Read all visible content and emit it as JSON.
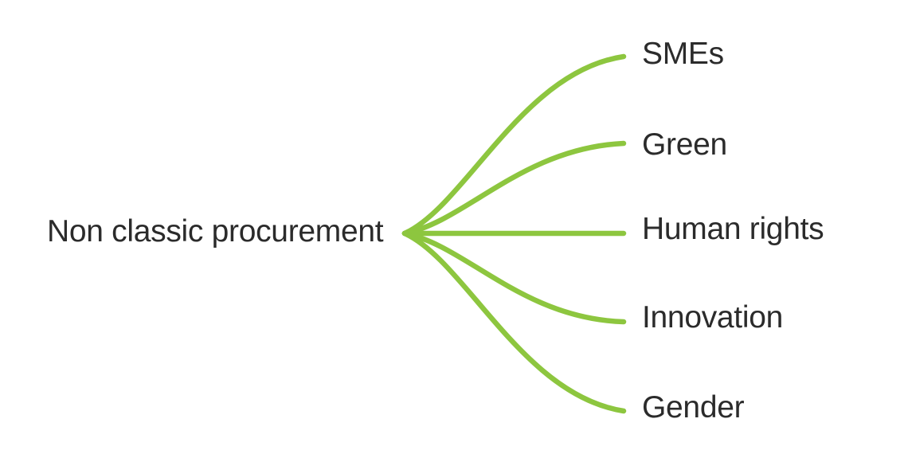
{
  "diagram": {
    "type": "mind-map",
    "root": {
      "label": "Non classic procurement"
    },
    "branches": [
      {
        "label": "SMEs"
      },
      {
        "label": "Green"
      },
      {
        "label": "Human rights"
      },
      {
        "label": "Innovation"
      },
      {
        "label": "Gender"
      }
    ],
    "colors": {
      "branch_line": "#8dc63f",
      "text": "#2b2b2b",
      "background": "#ffffff"
    }
  }
}
